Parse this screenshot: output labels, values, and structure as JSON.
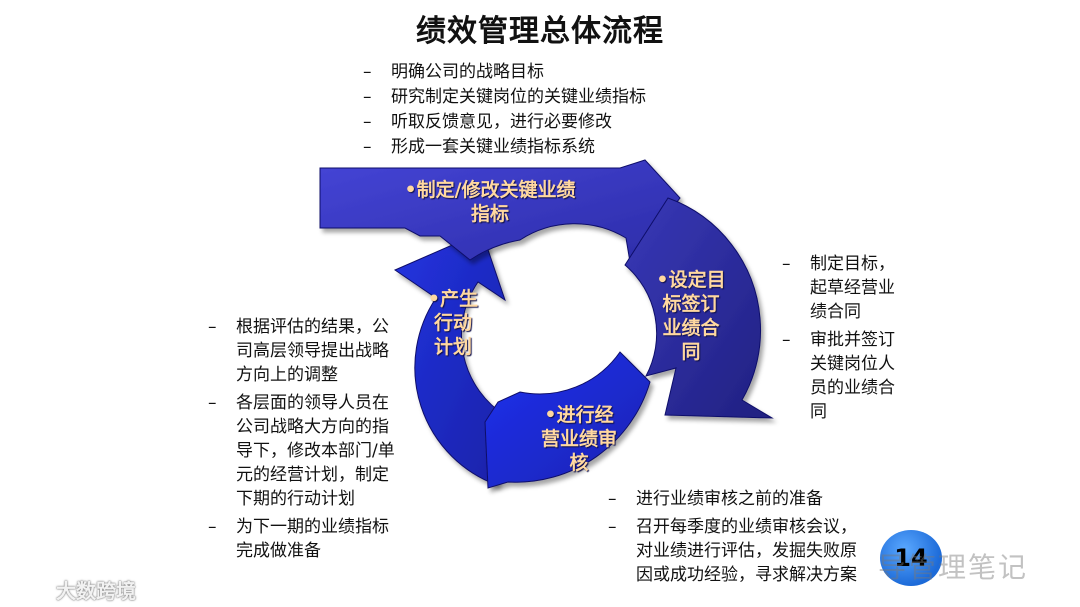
{
  "title": "绩效管理总体流程",
  "top_bullets": [
    "明确公司的战略目标",
    "研究制定关键岗位的关键业绩指标",
    "听取反馈意见，进行必要修改",
    "形成一套关键业绩指标系统"
  ],
  "right_bullets": [
    "制定目标，\n起草经营业\n绩合同",
    "审批并签订\n关键岗位人\n员的业绩合\n同"
  ],
  "left_bullets": [
    "根据评估的结果，公\n司高层领导提出战略\n方向上的调整",
    "各层面的领导人员在\n公司战略大方向的指\n导下，修改本部门/单\n元的经营计划，制定\n下期的行动计划",
    "为下一期的业绩指标\n完成做准备"
  ],
  "bottom_bullets": [
    "进行业绩审核之前的准备",
    "召开每季度的业绩审核会议，\n对业绩进行评估，发掘失败原\n因或成功经验，寻求解决方案"
  ],
  "cycle": {
    "stage_1": "•制定/修改关键业绩\n指标",
    "stage_2": "•设定目\n标签订\n业绩合\n同",
    "stage_3": "•进行经\n营业绩审\n核",
    "stage_4": "•产生\n行动\n计划"
  },
  "page_number": "14",
  "watermark_right": "导管理笔记",
  "watermark_left": "大数跨境",
  "colors": {
    "arrow_dark": "#2a2a9a",
    "arrow_mid": "#3a3ac8",
    "arrow_bright": "#1d2cf0",
    "label": "#ffd8a0"
  }
}
